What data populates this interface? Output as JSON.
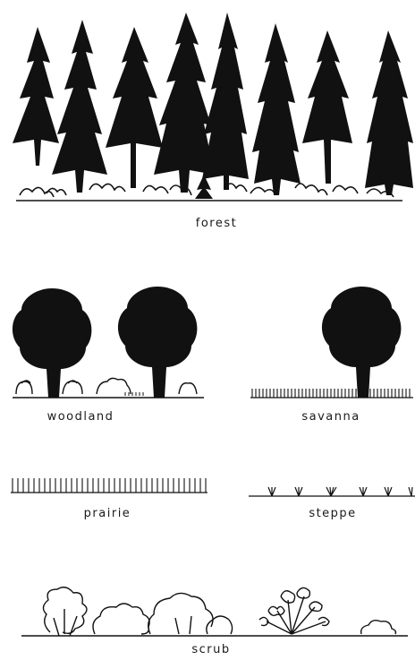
{
  "labels": {
    "forest": "forest",
    "woodland": "woodland",
    "savanna": "savanna",
    "prairie": "prairie",
    "steppe": "steppe",
    "scrub": "scrub"
  },
  "colors": {
    "ink": "#111111",
    "background": "#ffffff"
  }
}
